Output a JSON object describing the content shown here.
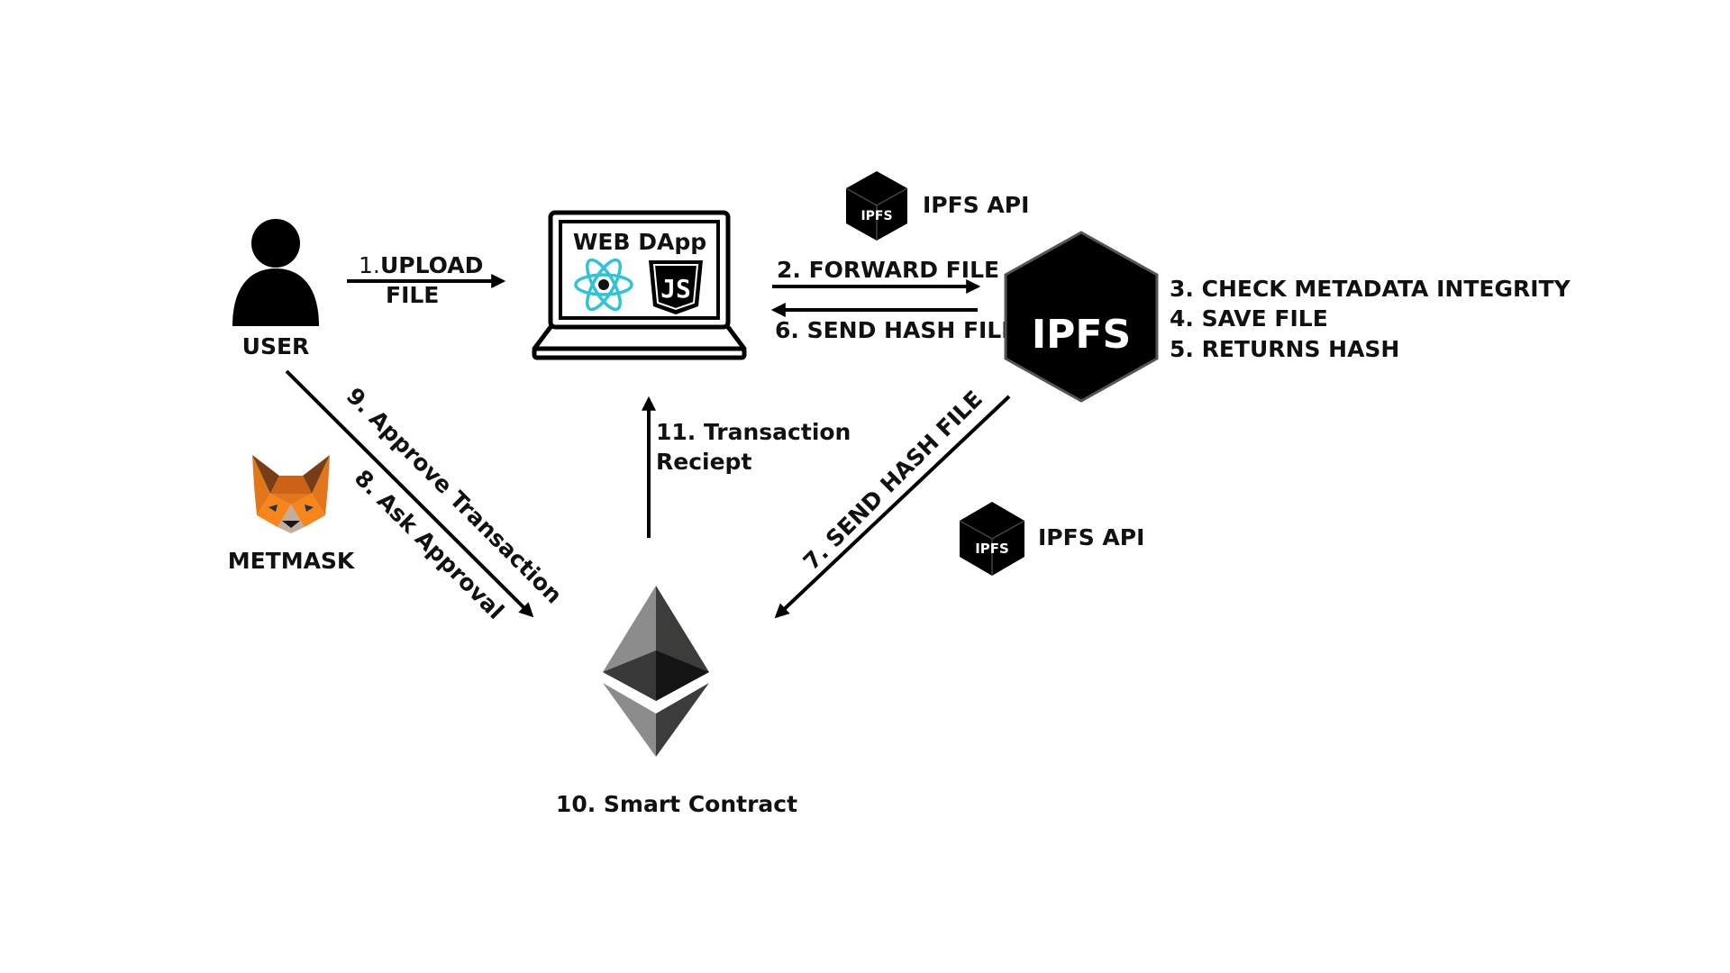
{
  "nodes": {
    "user": {
      "label": "USER"
    },
    "metamask": {
      "label": "METMASK"
    },
    "dapp": {
      "title": "WEB DApp",
      "js_badge": "JS"
    },
    "ipfs": {
      "label": "IPFS"
    },
    "ipfs_api_top": {
      "badge": "IPFS",
      "label": "IPFS API"
    },
    "ipfs_api_bottom": {
      "badge": "IPFS",
      "label": "IPFS API"
    },
    "smart_contract": {
      "label": "10. Smart Contract"
    }
  },
  "steps": {
    "upload_num": "1.",
    "upload_line1": "UPLOAD",
    "upload_line2": "FILE",
    "forward_file": "2. FORWARD FILE",
    "send_hash_file": "6. SEND HASH FILE",
    "ipfs_steps": [
      "3. CHECK METADATA INTEGRITY",
      "4. SAVE FILE",
      "5. RETURNS HASH"
    ],
    "send_hash_contract": "7. SEND HASH FILE",
    "approve_transaction": "9. Approve Transaction",
    "ask_approval": "8. Ask Approval",
    "receipt_line1": "11. Transaction",
    "receipt_line2": "Reciept"
  },
  "colors": {
    "ink": "#000000",
    "react": "#2ec4d6",
    "fox_orange": "#e2761b",
    "fox_light": "#f6851b",
    "eth_dark": "#3c3c3b",
    "eth_mid": "#8c8c8c"
  }
}
